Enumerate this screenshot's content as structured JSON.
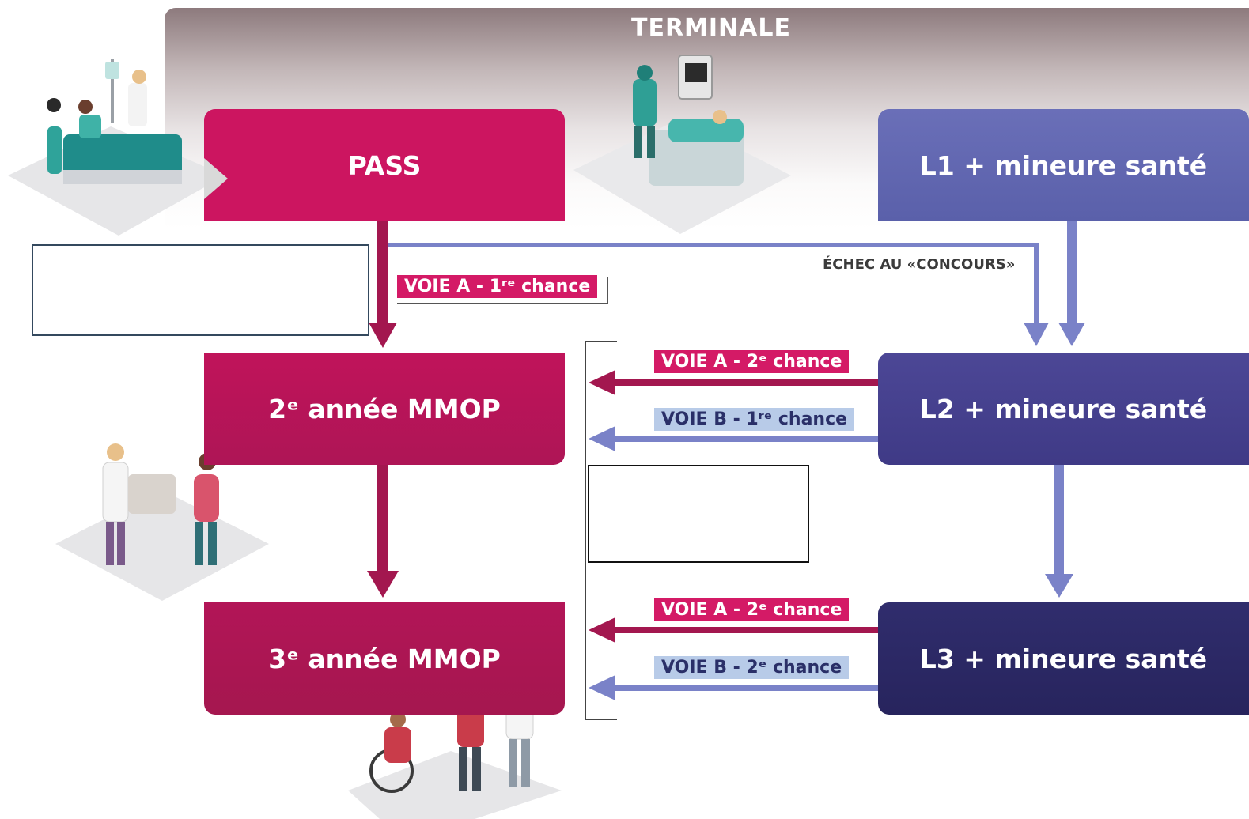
{
  "header": {
    "title": "TERMINALE"
  },
  "boxes": {
    "pass": "PASS",
    "mmop2": "2ᵉ année MMOP",
    "mmop3": "3ᵉ année MMOP",
    "l1": "L1 + mineure santé",
    "l2": "L2 + mineure santé",
    "l3": "L3 + mineure santé"
  },
  "labels": {
    "voie_a_1": "VOIE A - 1ʳᵉ chance",
    "echec": "ÉCHEC AU «CONCOURS»",
    "voie_a_2_top": "VOIE A - 2ᵉ chance",
    "voie_b_1": "VOIE B - 1ʳᵉ chance",
    "voie_a_2_bottom": "VOIE A - 2ᵉ chance",
    "voie_b_2": "VOIE B - 2ᵉ chance"
  },
  "colors": {
    "voie_a": "#d41a66",
    "voie_b": "#b8cbe8",
    "arrow_pink": "#a3174f",
    "arrow_blue": "#7a82c8"
  }
}
